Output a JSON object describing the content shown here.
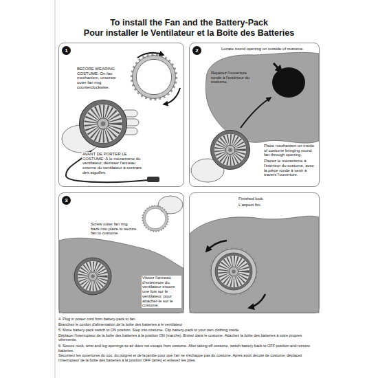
{
  "diagram": {
    "title": "To install the Fan and the Battery-Pack",
    "nodes": [
      {
        "text": [
          "1",
          "BEFORE WEARING COSTUME: On fan mechanism, unscrew outer fan ring counterclockwise.",
          "AVANT DE PORTER LE COSTUME: À le mécanisme du ventilateur, dévisser l'anneau externe du ventilateur à contrare des aiguilles."
        ]
      },
      {
        "text": [
          "2",
          "Locate round opening on outside of costume.",
          "Repérez l'ouverture ronde à l'extérieur du costume.",
          "Place mechanism on inside of costume bringing round fan through opening.",
          "Placez le mécanisme à l'intérieur du costume, avec la pièce ronde à venir à travers l'ouverture."
        ]
      },
      {
        "text": [
          "3",
          "Screw outer fan ring back into place to secure fan to costume.",
          "Vissez l'anneau d'extérieure du ventilateur encore une fois sur le ventilateur, pour attacher-le sur le costume."
        ]
      },
      {
        "text": [
          "Finished look.",
          "L'aspect fini."
        ]
      }
    ],
    "labels": [
      "Pour installer le Ventilateur et la Boîte des Batteries",
      "4. Plug in power cord from battery-pack to fan.",
      "Branchez le cordon d'alimentation de la boîte des batteries à le ventilateur.",
      "5. Move battery-pack switch to ON position. Step into costume. Clip battery-pack to your own clothing inside.",
      "Déplacer l'interrupteur de la boîte des batteries à la position ON (marche). Entrez dans le costume. Attachez la boîte des batteries à votre propres vêtements.",
      "6. Secure neck, wrist and leg openings so air does not escape from costume. After taking off costume, switch battery back to OFF position and remove batteries.",
      "Sécurisez les ouvertures du cou, du poignet et de la jambe pour que l'air ne s'échappe pas du costume. Après avoir décoté de costume, déplacez l'interrupteur de la boîte des batteries à la position OFF (arrêt) et enlevez les piles."
    ]
  }
}
